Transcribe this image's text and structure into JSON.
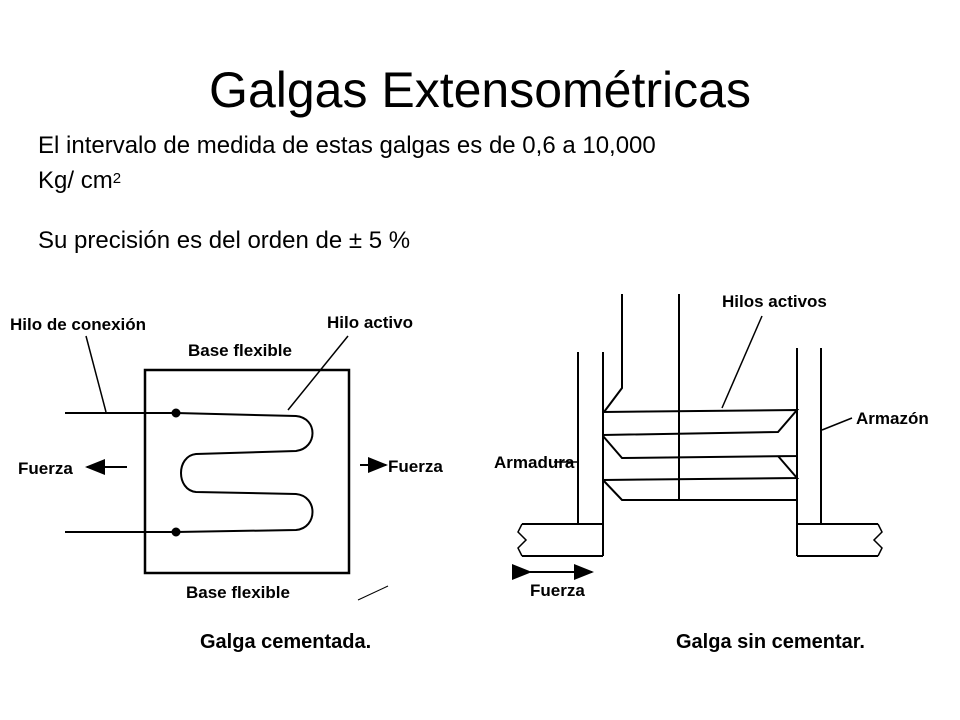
{
  "slide": {
    "title": "Galgas Extensométricas",
    "range_line": "El intervalo de medida de estas galgas es de  0,6 a 10,000",
    "unit_base": "Kg/ cm",
    "unit_exp": "2",
    "precision_line": "Su precisión es del orden de ± 5 %"
  },
  "left_figure": {
    "label_hilo_conexion": "Hilo de conexión",
    "label_base_top": "Base flexible",
    "label_hilo_activo": "Hilo activo",
    "label_fuerza_left": "Fuerza",
    "label_fuerza_right": "Fuerza",
    "label_base_bottom": "Base flexible",
    "caption": "Galga cementada."
  },
  "right_figure": {
    "label_hilos_activos": "Hilos activos",
    "label_armazon": "Armazón",
    "label_armadura": "Armadura",
    "label_fuerza": "Fuerza",
    "caption": "Galga sin cementar."
  }
}
